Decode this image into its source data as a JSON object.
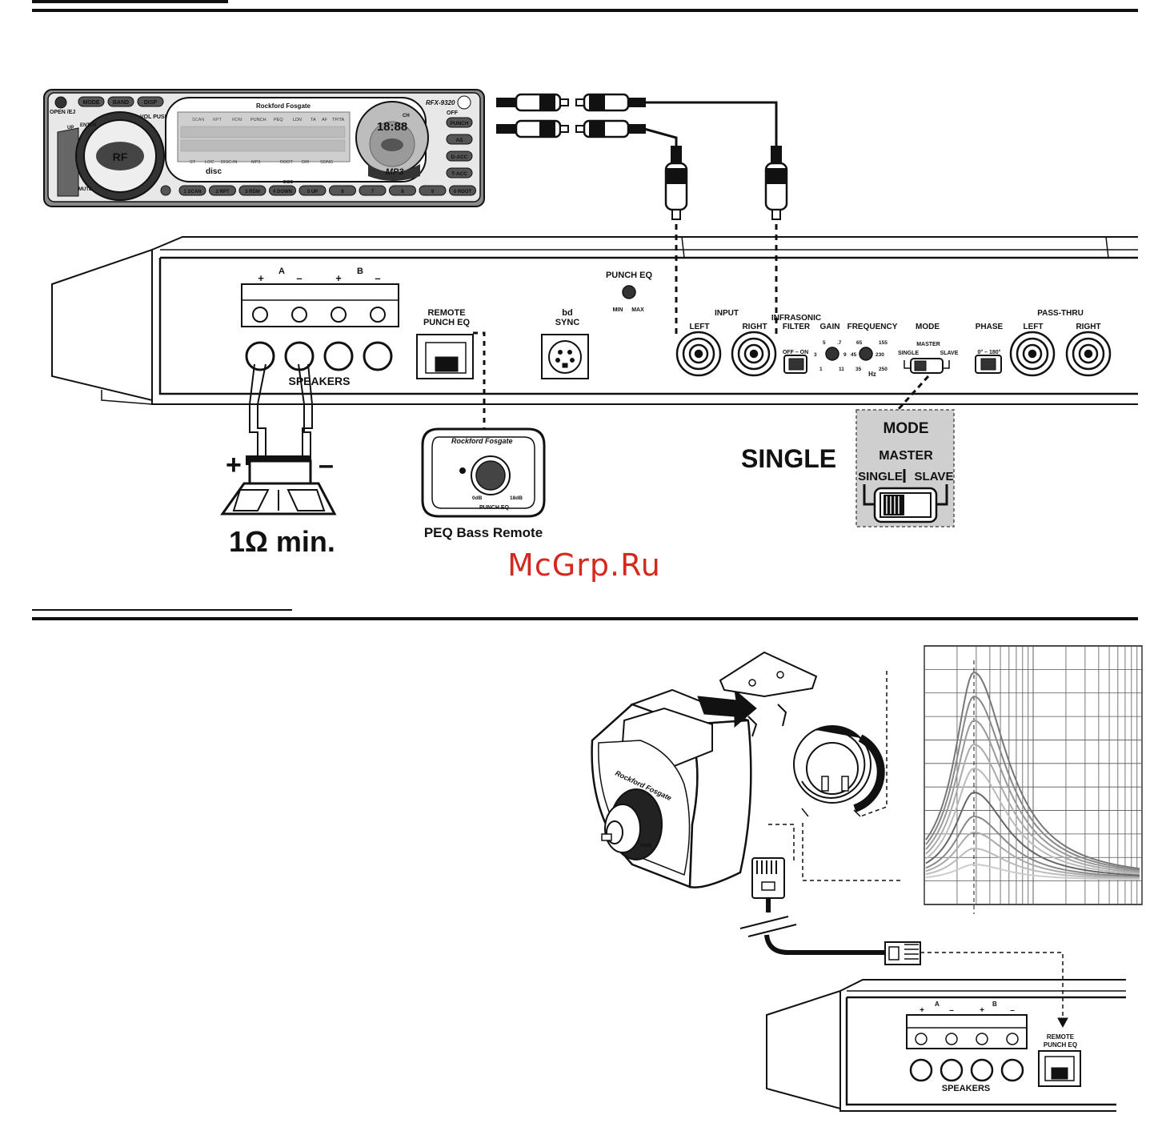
{
  "headunit": {
    "model": "RFX-9320",
    "brand": "Rockford Fosgate",
    "open_label": "OPEN /EJ",
    "off_label": "OFF",
    "vol_label": "VOL PUSH MENU",
    "enter_label": "ENTER",
    "mute_label": "MUTE",
    "up_label": "UP",
    "disc_label": "DISC",
    "top_buttons": [
      "MODE",
      "BAND",
      "DISP"
    ],
    "right_buttons": [
      "PUNCH",
      "AS",
      "D-ACC",
      "T-ACC"
    ],
    "display_row1": [
      "SCAN",
      "RPT",
      "RDM",
      "PUNCH",
      "PEQ",
      "LDN",
      "TA",
      "AF",
      "TP/TA"
    ],
    "display_row2": [
      "ST",
      "LOC",
      "DISC-IN",
      "MP3",
      "ROOT",
      "DIR",
      "SONG"
    ],
    "lcd_digits": "18:88",
    "ch_label": "CH",
    "mp3_badge": "MP3",
    "disc_logo": "disc",
    "bottom_buttons": [
      "1 SCAN",
      "2 RPT",
      "3 RDM",
      "4 DOWN",
      "5 UP",
      "6",
      "7",
      "8",
      "9",
      "0 ROOT"
    ]
  },
  "amp": {
    "terminal_a": "A",
    "terminal_b": "B",
    "plus": "+",
    "minus": "–",
    "speakers": "SPEAKERS",
    "remote_line1": "REMOTE",
    "remote_line2": "PUNCH EQ",
    "punch_eq": "PUNCH EQ",
    "min": "MIN",
    "max": "MAX",
    "bd": "bd",
    "sync": "SYNC",
    "input": "INPUT",
    "left": "LEFT",
    "right": "RIGHT",
    "infrasonic_line1": "INFRASONIC",
    "infrasonic_line2": "FILTER",
    "off_on": "OFF – ON",
    "gain": "GAIN",
    "gain_ticks": [
      "5",
      ".7",
      "3",
      "9",
      "1",
      "11"
    ],
    "frequency": "FREQUENCY",
    "freq_ticks": [
      "65",
      "155",
      "45",
      "230",
      "35",
      "250"
    ],
    "hz": "Hz",
    "mode": "MODE",
    "master": "MASTER",
    "single": "SINGLE",
    "slave": "SLAVE",
    "phase": "PHASE",
    "phase_range": "0° – 180°",
    "pass_thru": "PASS-THRU"
  },
  "speaker": {
    "plus": "+",
    "minus": "–",
    "impedance": "1Ω min."
  },
  "remote": {
    "brand": "Rockford Fosgate",
    "db_low": "0dB",
    "db_high": "18dB",
    "punch_eq": "PUNCH EQ",
    "caption": "PEQ Bass Remote"
  },
  "mode_callout": {
    "setting": "SINGLE",
    "title": "MODE",
    "master": "MASTER",
    "single": "SINGLE",
    "slave": "SLAVE"
  },
  "watermark": "McGrp.Ru",
  "bottom_amp": {
    "a": "A",
    "b": "B",
    "plus": "+",
    "minus": "–",
    "speakers": "SPEAKERS",
    "remote_line1": "REMOTE",
    "remote_line2": "PUNCH EQ"
  },
  "remote_3d": {
    "brand": "Rockford Fosgate",
    "db_high": "18dB"
  },
  "colors": {
    "ink": "#111111",
    "callout_bg": "#cfcfcf",
    "watermark": "#d3291f"
  }
}
